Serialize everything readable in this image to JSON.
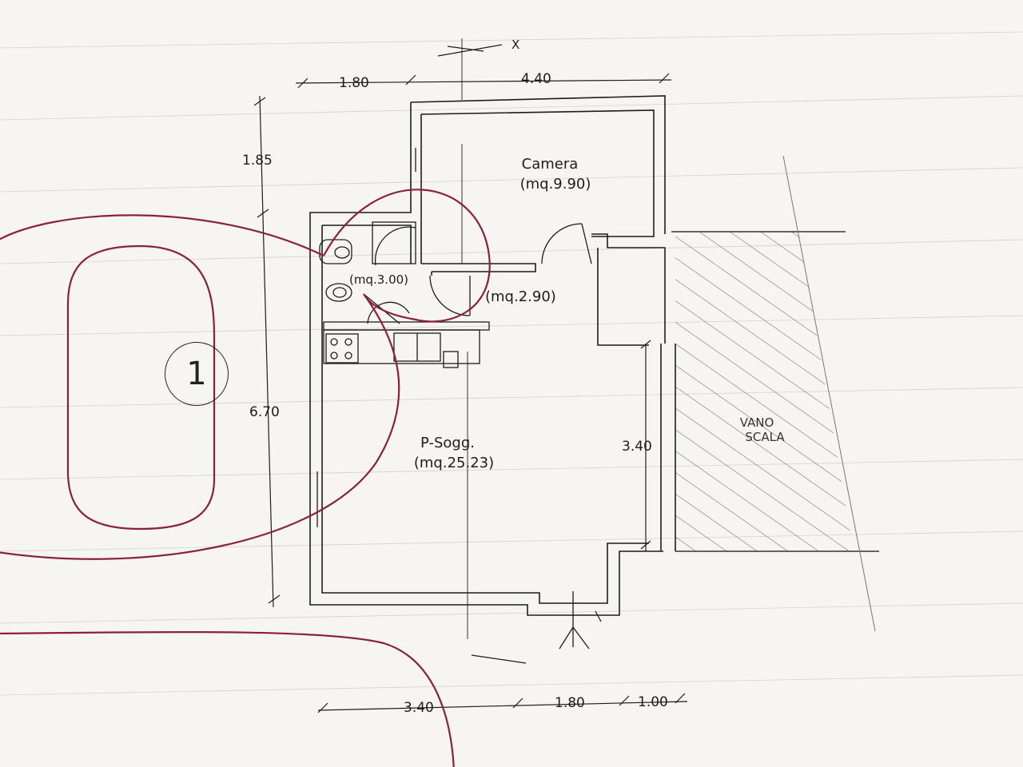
{
  "section_mark": "X",
  "dimensions": {
    "top_left": "1.80",
    "top_right": "4.40",
    "left_upper": "1.85",
    "left_lower": "6.70",
    "stair_height": "3.40",
    "bottom_left": "3.40",
    "bottom_mid": "1.80",
    "bottom_right": "1.00"
  },
  "rooms": {
    "camera": {
      "name": "Camera",
      "area": "(mq.9.90)"
    },
    "bagno": {
      "area": "(mq.3.00)"
    },
    "disimpegno": {
      "area": "(mq.2.90)"
    },
    "soggiorno": {
      "name": "P-Sogg.",
      "area": "(mq.25.23)"
    },
    "stair": {
      "line1": "VANO",
      "line2": "SCALA"
    }
  },
  "marker": {
    "label": "1"
  },
  "colors": {
    "ink": "#1d1d1d",
    "annotation": "#8a2040",
    "paper": "#f7f5f1"
  }
}
